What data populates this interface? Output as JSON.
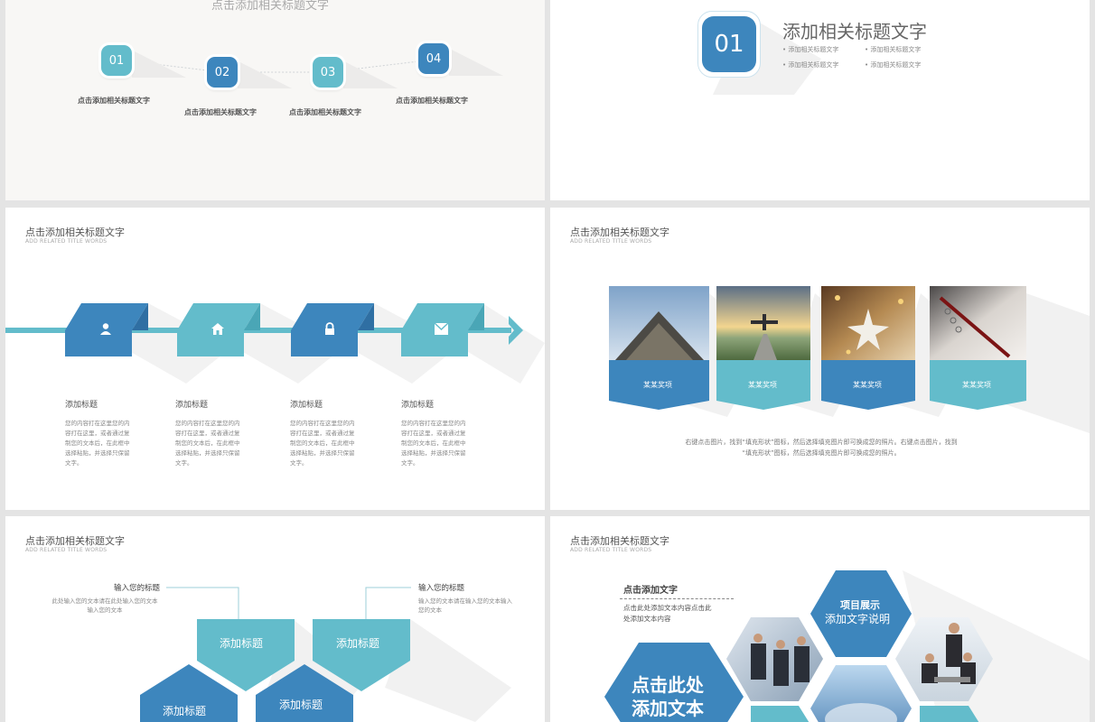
{
  "slide1": {
    "title": "点击添加相关标题文字",
    "steps": [
      {
        "num": "01",
        "label": "点击添加相关标题文字"
      },
      {
        "num": "02",
        "label": "点击添加相关标题文字"
      },
      {
        "num": "03",
        "label": "点击添加相关标题文字"
      },
      {
        "num": "04",
        "label": "点击添加相关标题文字"
      }
    ]
  },
  "slide2": {
    "num": "01",
    "title": "添加相关标题文字",
    "bullets": [
      "添加相关标题文字",
      "添加相关标题文字",
      "添加相关标题文字",
      "添加相关标题文字"
    ]
  },
  "slide3": {
    "title": "点击添加相关标题文字",
    "subtitle": "ADD RELATED TITLE WORDS",
    "icons": [
      "user-icon",
      "home-icon",
      "lock-icon",
      "mail-icon"
    ],
    "items": [
      {
        "heading": "添加标题",
        "lines": [
          "您的内容打在这里您的内",
          "容打在这里，或者通过复",
          "制您的文本后，在此框中",
          "选择粘贴，并选择只保留",
          "文字。"
        ]
      },
      {
        "heading": "添加标题",
        "lines": [
          "您的内容打在这里您的内",
          "容打在这里，或者通过复",
          "制您的文本后，在此框中",
          "选择粘贴，并选择只保留",
          "文字。"
        ]
      },
      {
        "heading": "添加标题",
        "lines": [
          "您的内容打在这里您的内",
          "容打在这里，或者通过复",
          "制您的文本后，在此框中",
          "选择粘贴，并选择只保留",
          "文字。"
        ]
      },
      {
        "heading": "添加标题",
        "lines": [
          "您的内容打在这里您的内",
          "容打在这里，或者通过复",
          "制您的文本后，在此框中",
          "选择粘贴，并选择只保留",
          "文字。"
        ]
      }
    ]
  },
  "slide4": {
    "title": "点击添加相关标题文字",
    "subtitle": "ADD RELATED TITLE WORDS",
    "cards": [
      "某某奖项",
      "某某奖项",
      "某某奖项",
      "某某奖项"
    ],
    "caption_lines": [
      "右键点击图片，找到“填充形状”图标，然后选择填充图片即可换成您的照片。右键点击图片，找到",
      "“填充形状”图标，然后选择填充图片即可换成您的照片。"
    ]
  },
  "slide5": {
    "title": "点击添加相关标题文字",
    "subtitle": "ADD RELATED TITLE WORDS",
    "left_heading": "输入您的标题",
    "left_lines": [
      "此处输入您的文本请在此处输入您的文本",
      "输入您的文本"
    ],
    "right_heading": "输入您的标题",
    "right_lines": [
      "输入您的文本请在输入您的文本输入",
      "您的文本"
    ],
    "blocks": [
      "添加标题",
      "添加标题",
      "添加标题",
      "添加标题"
    ]
  },
  "slide6": {
    "title": "点击添加相关标题文字",
    "subtitle": "ADD RELATED TITLE WORDS",
    "text_heading": "点击添加文字",
    "text_lines": [
      "点击此处添加文本内容点击此",
      "处添加文本内容"
    ],
    "hex_title": "项目展示",
    "hex_sub": "添加文字说明",
    "big_lines": [
      "点击此处",
      "添加文本"
    ]
  },
  "colors": {
    "teal": "#63bccb",
    "blue": "#3d86bd",
    "dark_blue": "#2f6fa3"
  }
}
